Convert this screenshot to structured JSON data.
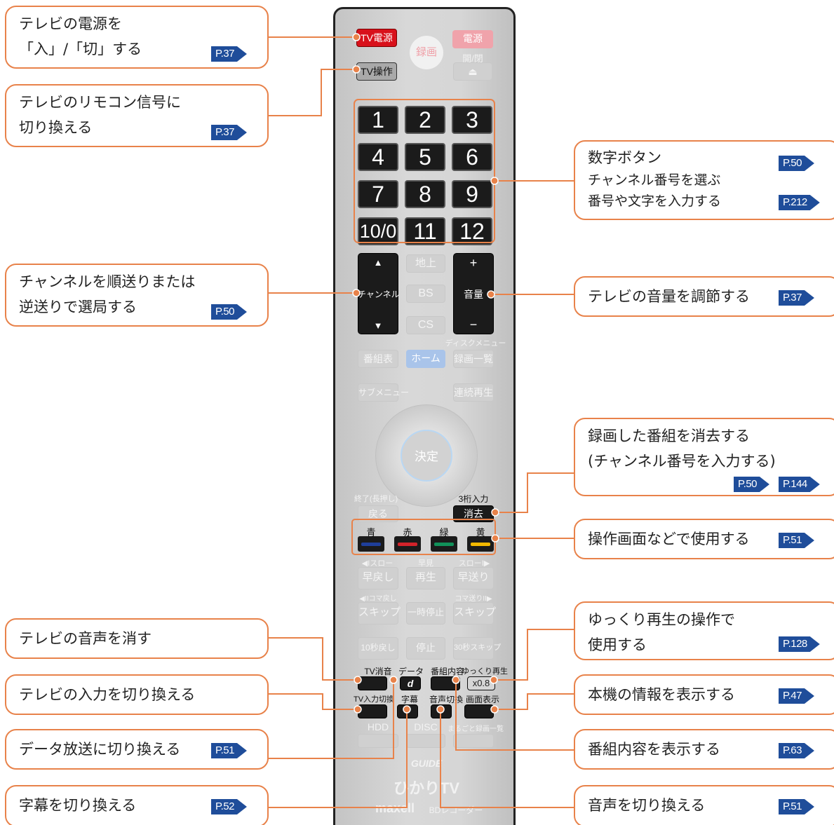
{
  "callouts": {
    "tv_power": {
      "line1": "テレビの電源を",
      "line2": "「入」/「切」する",
      "page": "P.37"
    },
    "tv_operate": {
      "line1": "テレビのリモコン信号に",
      "line2": "切り換える",
      "page": "P.37"
    },
    "channel": {
      "line1": "チャンネルを順送りまたは",
      "line2": "逆送りで選局する",
      "page": "P.50"
    },
    "mute": {
      "line1": "テレビの音声を消す"
    },
    "input": {
      "line1": "テレビの入力を切り換える"
    },
    "data": {
      "line1": "データ放送に切り換える",
      "page": "P.51"
    },
    "subtitle": {
      "line1": "字幕を切り換える",
      "page": "P.52"
    },
    "numbers": {
      "line1": "数字ボタン",
      "page1": "P.50",
      "line2": "チャンネル番号を選ぶ",
      "line3": "番号や文字を入力する",
      "page2": "P.212"
    },
    "volume": {
      "line1": "テレビの音量を調節する",
      "page": "P.37"
    },
    "delete": {
      "line1": "録画した番組を消去する",
      "line2": "(チャンネル番号を入力する)",
      "page1": "P.50",
      "page2": "P.144"
    },
    "colors": {
      "line1": "操作画面などで使用する",
      "page": "P.51"
    },
    "slow": {
      "line1": "ゆっくり再生の操作で",
      "line2": "使用する",
      "page": "P.128"
    },
    "info": {
      "line1": "本機の情報を表示する",
      "page": "P.47"
    },
    "program": {
      "line1": "番組内容を表示する",
      "page": "P.63"
    },
    "audio": {
      "line1": "音声を切り換える",
      "page": "P.51"
    }
  },
  "remote": {
    "tv_power": "TV電源",
    "tv_operate": "TV操作",
    "record": "録画",
    "power": "電源",
    "open_close": "開/閉",
    "eject_icon": "⏏",
    "numbers": [
      "1",
      "2",
      "3",
      "4",
      "5",
      "6",
      "7",
      "8",
      "9",
      "10/0",
      "11",
      "12"
    ],
    "ch_up": "▲",
    "channel": "チャンネル",
    "ch_down": "▼",
    "terrestrial": "地上",
    "bs": "BS",
    "cs": "CS",
    "vol_up": "+",
    "volume": "音量",
    "vol_down": "−",
    "disc_menu": "ディスクメニュー",
    "guide": "番組表",
    "home": "ホーム",
    "rec_list": "録画一覧",
    "sub_menu": "サブメニュー",
    "continuous": "連続再生",
    "enter": "決定",
    "end_hold": "終了(長押し)",
    "back": "戻る",
    "three_digit": "3桁入力",
    "delete": "消去",
    "color_labels": [
      "青",
      "赤",
      "緑",
      "黄"
    ],
    "colors": [
      "#1f3f9a",
      "#d2232a",
      "#11915a",
      "#f2b800"
    ],
    "slow_rev": "◀Iスロー",
    "fast_view": "早見",
    "slow_fwd": "スローI▶",
    "rewind": "早戻し",
    "play": "再生",
    "ffwd": "早送り",
    "frame_back": "◀IIコマ戻し",
    "frame_fwd": "コマ送りII▶",
    "skip_back": "スキップ",
    "pause": "一時停止",
    "skip_fwd": "スキップ",
    "back10": "10秒戻し",
    "stop": "停止",
    "skip30": "30秒スキップ",
    "tv_mute": "TV消音",
    "data": "データ",
    "data_icon": "d",
    "program_info": "番組内容",
    "slow_play": "ゆっくり再生",
    "slow_rate": "x0.8",
    "tv_input": "TV入力切換",
    "subtitle": "字幕",
    "audio_switch": "音声切換",
    "screen_display": "画面表示",
    "hdd": "HDD",
    "disc": "DISC",
    "whole_list": "まるごと録画一覧",
    "guide_logo": "GUIDE",
    "hikari_tv": "ひかりTV",
    "brand": "maxell",
    "bd_recorder": "BDレコーダー"
  }
}
